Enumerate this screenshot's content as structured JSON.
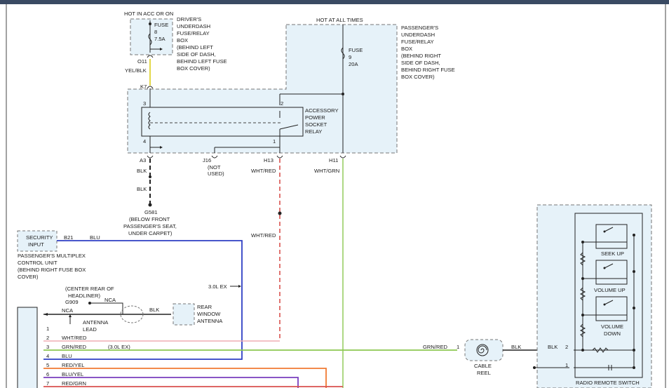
{
  "colors": {
    "bg": "#ffffff",
    "box_fill": "#e6f2f9",
    "wire_yellow": "#e3d84a",
    "wire_blue": "#2f3fc4",
    "wire_green": "#8cc751",
    "wire_pink": "#efaeb4",
    "wire_red": "#d9514e",
    "wire_orange": "#f07a33",
    "wire_purple": "#7a3fbf",
    "wire_dark": "#222222",
    "top_bar": "#3a4a63"
  },
  "labels": {
    "hot_acc": "HOT IN ACC OR ON",
    "fuse8_title": "FUSE",
    "fuse8_num": "8",
    "fuse8_amp": "7.5A",
    "driver_box": [
      "DRIVER'S",
      "UNDERDASH",
      "FUSE/RELAY",
      "BOX",
      "(BEHIND LEFT",
      "SIDE OF DASH,",
      "BEHIND LEFT FUSE",
      "BOX COVER)"
    ],
    "o11": "O11",
    "yel_blk": "YEL/BLK",
    "hot_all": "HOT AT ALL TIMES",
    "fuse9_title": "FUSE",
    "fuse9_num": "9",
    "fuse9_amp": "20A",
    "passenger_box": [
      "PASSENGER'S",
      "UNDERDASH",
      "FUSE/RELAY",
      "BOX",
      "(BEHIND RIGHT",
      "SIDE OF DASH,",
      "BEHIND RIGHT FUSE",
      "BOX COVER)"
    ],
    "k7": "K7",
    "pin3": "3",
    "pin2": "2",
    "pin4": "4",
    "pin1": "1",
    "relay": [
      "ACCESSORY",
      "POWER",
      "SOCKET",
      "RELAY"
    ],
    "a3": "A3",
    "j16": "J16",
    "not_used": [
      "(NOT",
      "USED)"
    ],
    "h13": "H13",
    "h11": "H11",
    "blk_a": "BLK",
    "blk_b": "BLK",
    "wht_red_a": "WHT/RED",
    "wht_grn": "WHT/GRN",
    "g581": "G581",
    "g581_loc": [
      "(BELOW FRONT",
      "PASSENGER'S SEAT,",
      "UNDER CARPET)"
    ],
    "wht_red_b": "WHT/RED",
    "security_input": [
      "SECURITY",
      "INPUT"
    ],
    "b21": "B21",
    "blu_b21": "BLU",
    "pmcu": [
      "PASSENGER'S MULTIPLEX",
      "CONTROL UNIT",
      "(BEHIND RIGHT FUSE BOX",
      "COVER)"
    ],
    "ex_label": "3.0L EX",
    "center_rear": [
      "(CENTER REAR OF",
      "HEADLINER)"
    ],
    "g909": "G909",
    "nca_a": "NCA",
    "nca_b": "NCA",
    "blk_ant": "BLK",
    "rear_window": [
      "REAR",
      "WINDOW",
      "ANTENNA"
    ],
    "antenna_lead": [
      "ANTENNA",
      "LEAD"
    ],
    "rows": [
      {
        "num": "1",
        "label": ""
      },
      {
        "num": "2",
        "label": "WHT/RED"
      },
      {
        "num": "3",
        "label": "GRN/RED"
      },
      {
        "num": "4",
        "label": "BLU"
      },
      {
        "num": "5",
        "label": "RED/YEL"
      },
      {
        "num": "6",
        "label": "BLU/YEL"
      },
      {
        "num": "7",
        "label": "RED/GRN"
      }
    ],
    "ex_row": "(3.0L EX)",
    "grn_red_right": "GRN/RED",
    "reel_pin1": "1",
    "blk_reel": "BLK",
    "cable_reel": [
      "CABLE",
      "REEL"
    ],
    "blk_switch": "BLK",
    "sw_pin2": "2",
    "sw_pin1": "1",
    "seek_up": "SEEK UP",
    "volume_up": "VOLUME UP",
    "volume_down": [
      "VOLUME",
      "DOWN"
    ],
    "radio_remote": "RADIO REMOTE SWITCH"
  }
}
